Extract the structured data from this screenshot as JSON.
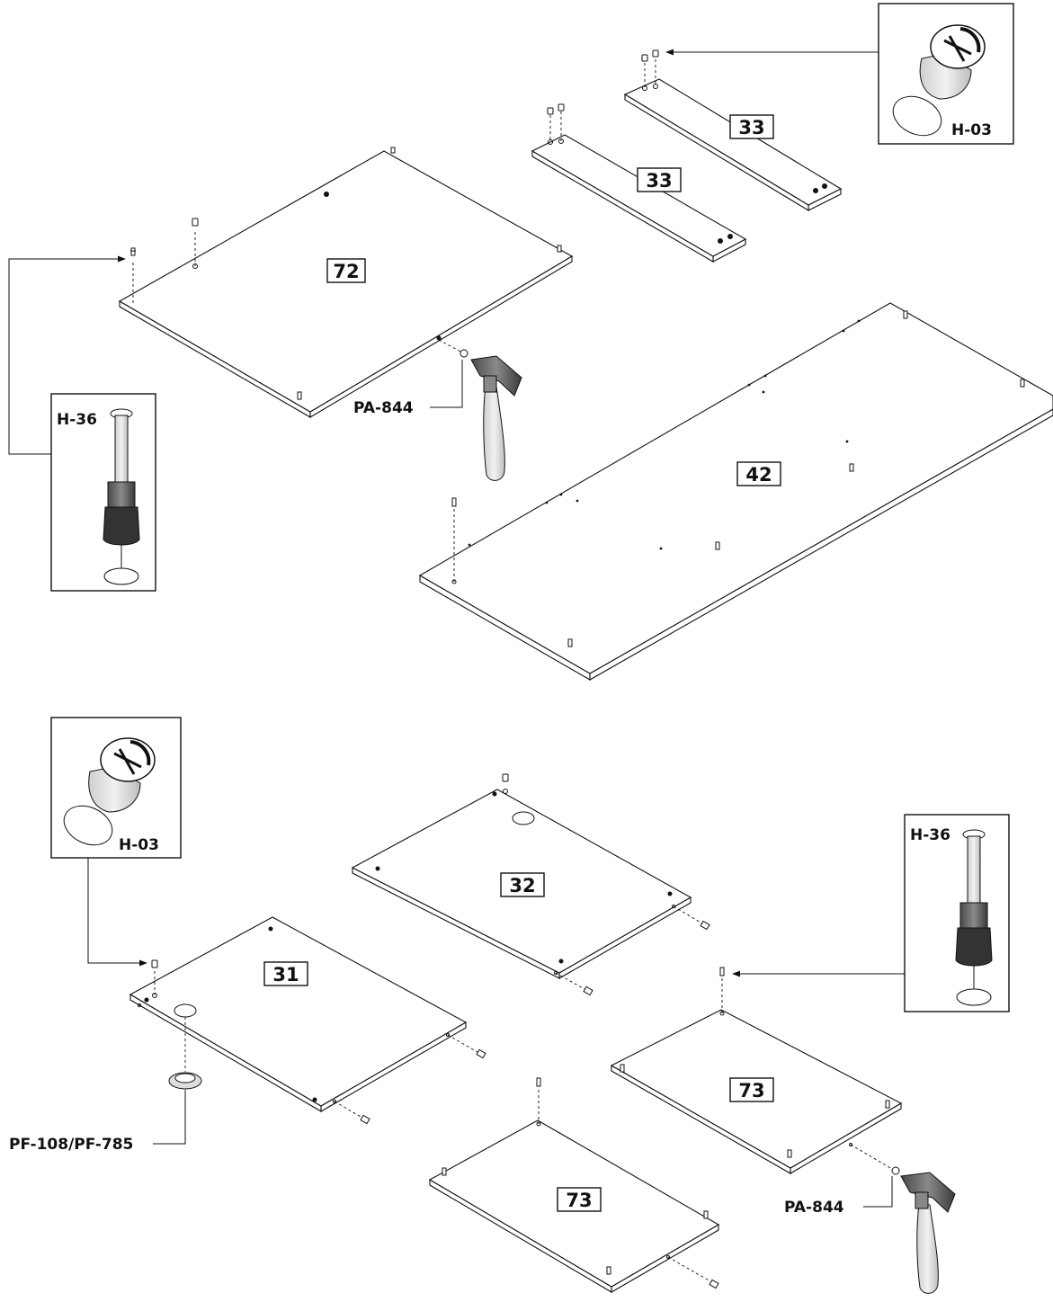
{
  "parts": {
    "p72": "72",
    "p33a": "33",
    "p33b": "33",
    "p42": "42",
    "p32": "32",
    "p31": "31",
    "p73a": "73",
    "p73b": "73"
  },
  "hardware": {
    "h03_top": "H-03",
    "h36_top": "H-36",
    "h03_bottom": "H-03",
    "h36_bottom": "H-36",
    "pa844_top": "PA-844",
    "pa844_bottom": "PA-844",
    "pf_grommet": "PF-108/PF-785"
  },
  "icons": {
    "cam_lock": "cam-lock-icon",
    "cam_bolt": "cam-bolt-icon",
    "hammer": "hammer-icon",
    "grommet": "grommet-icon"
  }
}
